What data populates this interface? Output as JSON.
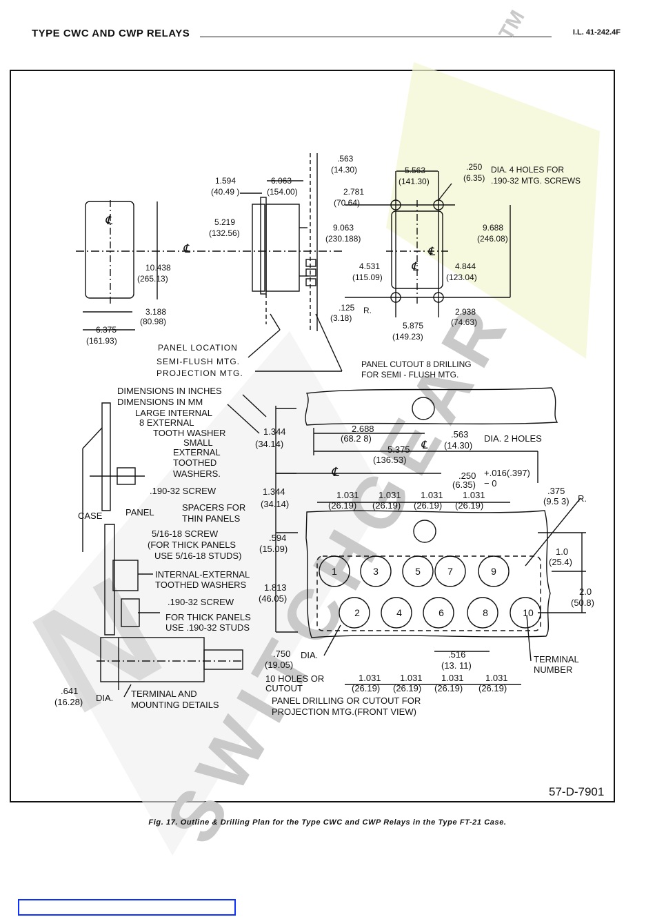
{
  "header": {
    "title": "TYPE CWC AND CWP RELAYS",
    "doc_number": "I.L. 41-242.4F"
  },
  "watermark": {
    "tm": "TM",
    "line1": "SWITCHGEAR",
    "line2": "N"
  },
  "drawing": {
    "number": "57-D-7901",
    "labels": {
      "panel_location": "PANEL LOCATION",
      "semi_flush": "SEMI-FLUSH MTG.",
      "projection": "PROJECTION MTG.",
      "cutout_semi": "PANEL CUTOUT 8 DRILLING",
      "cutout_semi_2": "FOR SEMI - FLUSH MTG.",
      "dim_inches": "DIMENSIONS IN INCHES",
      "dim_mm": "DIMENSIONS IN MM",
      "large_washer_1": "LARGE INTERNAL",
      "large_washer_2": "8 EXTERNAL",
      "large_washer_3": "TOOTH WASHER",
      "small_washer_1": "SMALL",
      "small_washer_2": "EXTERNAL",
      "small_washer_3": "TOOTHED",
      "small_washer_4": "WASHERS.",
      "screw_190": ".190-32 SCREW",
      "case": "CASE",
      "panel": "PANEL",
      "spacers_1": "SPACERS FOR",
      "spacers_2": "THIN PANELS",
      "screw_516": "5/16-18 SCREW",
      "screw_516_note1": "(FOR THICK PANELS",
      "screw_516_note2": "USE 5/16-18 STUDS)",
      "int_ext_1": "INTERNAL-EXTERNAL",
      "int_ext_2": "TOOTHED WASHERS",
      "screw_190b": ".190-32 SCREW",
      "thick_1": "FOR THICK PANELS",
      "thick_2": "USE .190-32 STUDS",
      "dia_small": "DIA.",
      "terminal_1": "TERMINAL AND",
      "terminal_2": "MOUNTING DETAILS",
      "holes_1": "10 HOLES OR",
      "holes_2": "CUTOUT",
      "drilling_1": "PANEL DRILLING OR CUTOUT FOR",
      "drilling_2": "PROJECTION MTG.(FRONT VIEW)",
      "terminal_num_1": "TERMINAL",
      "terminal_num_2": "NUMBER",
      "dia_2_holes": "DIA. 2 HOLES",
      "dia_4_holes_1": "DIA. 4 HOLES FOR",
      "dia_4_holes_2": ".190-32 MTG. SCREWS",
      "r": "R.",
      "cl": "℄"
    },
    "dims": {
      "d1594": "1.594",
      "d4049": "(40.49 )",
      "d6063": "6.063",
      "d15400": "(154.00)",
      "d563": ".563",
      "d1430": "(14.30)",
      "d5563": "5.563",
      "d14130": "(141.30)",
      "d250": ".250",
      "d635": "(6.35)",
      "d2781": "2.781",
      "d7064": "(70.64)",
      "d5219": "5.219",
      "d13256": "(132.56)",
      "d9063": "9.063",
      "d230188": "(230.188)",
      "d9688": "9.688",
      "d24608": "(246.08)",
      "d10438": "10.438",
      "d26513": "(265.13)",
      "d4531": "4.531",
      "d11509": "(115.09)",
      "d4844": "4.844",
      "d12304": "(123.04)",
      "d3188": "3.188",
      "d8098": "(80.98)",
      "d125": ".125",
      "d318": "(3.18)",
      "d2938": "2.938",
      "d7463": "(74.63)",
      "d6375": "6.375",
      "d16193": "(161.93)",
      "d5875": "5.875",
      "d14923": "(149.23)",
      "d1344a": "1.344",
      "d3414a": "(34.14)",
      "d2688": "2.688",
      "d6828": "(68.2 8)",
      "d563b": ".563",
      "d1430b": "(14.30)",
      "d5375": "5.375",
      "d13653": "(136.53)",
      "d250b": ".250",
      "d635b": "(6.35)",
      "tol": "+.016(.397)",
      "tol0": "− 0",
      "d375": ".375",
      "d953": "(9.5 3)",
      "d1344b": "1.344",
      "d3414b": "(34.14)",
      "d1031": "1.031",
      "d2619": "(26.19)",
      "d594": ".594",
      "d1509": "(15.09)",
      "d10": "1.0",
      "d254": "(25.4)",
      "d20": "2.0",
      "d508": "(50.8)",
      "d1813": "1.813",
      "d4605": "(46.05)",
      "d750": ".750",
      "d1905": "(19.05)",
      "d516": ".516",
      "d1311": "(13. 11)",
      "d641": ".641",
      "d1628": "(16.28)"
    },
    "terminals_top": [
      "1",
      "3",
      "5",
      "7",
      "9"
    ],
    "terminals_bottom": [
      "2",
      "4",
      "6",
      "8",
      "10"
    ]
  },
  "caption": "Fig. 17. Outline & Drilling Plan for the Type CWC and CWP Relays in the Type FT-21 Case."
}
